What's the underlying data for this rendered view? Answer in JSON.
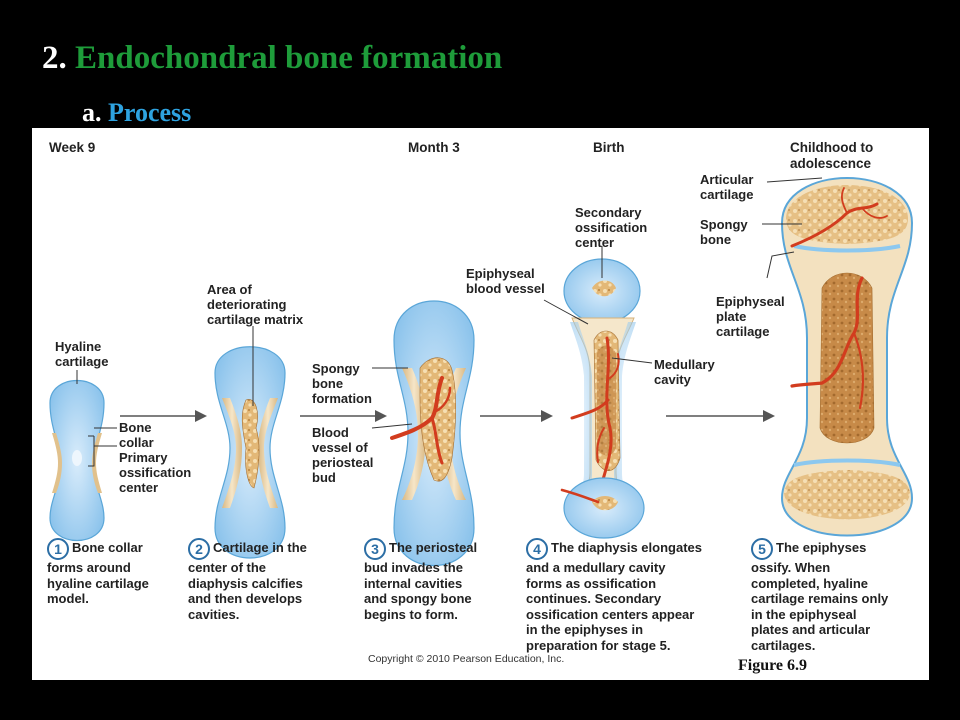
{
  "title": {
    "number": "2.",
    "text": "Endochondral  bone formation",
    "accent_color": "#1e9c3a"
  },
  "subtitle": {
    "prefix": "a.",
    "text": "Process",
    "accent_color": "#2ea3e0"
  },
  "stages": [
    {
      "heading": "Week 9",
      "step": "1",
      "caption": "Bone collar\nforms around\nhyaline cartilage\nmodel."
    },
    {
      "heading": "",
      "step": "2",
      "caption": "Cartilage in the\ncenter of the\ndiaphysis calcifies\nand then develops\ncavities."
    },
    {
      "heading": "Month 3",
      "step": "3",
      "caption": "The periosteal\nbud invades the\ninternal cavities\nand spongy bone\nbegins to form."
    },
    {
      "heading": "Birth",
      "step": "4",
      "caption": "The diaphysis elongates\nand a medullary cavity\nforms as ossification\ncontinues. Secondary\nossification centers appear\nin the epiphyses in\npreparation for stage 5."
    },
    {
      "heading": "Childhood to\nadolescence",
      "step": "5",
      "caption": "The epiphyses\nossify. When\ncompleted, hyaline\ncartilage remains only\nin the epiphyseal\nplates and articular\ncartilages."
    }
  ],
  "labels": {
    "hyaline_cartilage": "Hyaline\ncartilage",
    "bone_collar": "Bone\ncollar",
    "primary_ossification_center": "Primary\nossification\ncenter",
    "area_deteriorating": "Area of\ndeteriorating\ncartilage matrix",
    "spongy_bone_formation": "Spongy\nbone\nformation",
    "blood_vessel_periosteal_bud": "Blood\nvessel of\nperiosteal\nbud",
    "secondary_ossification_center": "Secondary\nossification\ncenter",
    "epiphyseal_blood_vessel": "Epiphyseal\nblood vessel",
    "medullary_cavity": "Medullary\ncavity",
    "articular_cartilage": "Articular\ncartilage",
    "spongy_bone": "Spongy\nbone",
    "epiphyseal_plate_cartilage": "Epiphyseal\nplate\ncartilage"
  },
  "copyright": "Copyright © 2010 Pearson Education, Inc.",
  "figure_ref": "Figure 6.9",
  "colors": {
    "cartilage": "#a9d3f2",
    "cartilage_edge": "#5aa6d8",
    "bone_collar": "#e8cc9c",
    "spongy_bone": "#d7a763",
    "vessel": "#d23c1e",
    "step_circle": "#2c6ea5"
  }
}
